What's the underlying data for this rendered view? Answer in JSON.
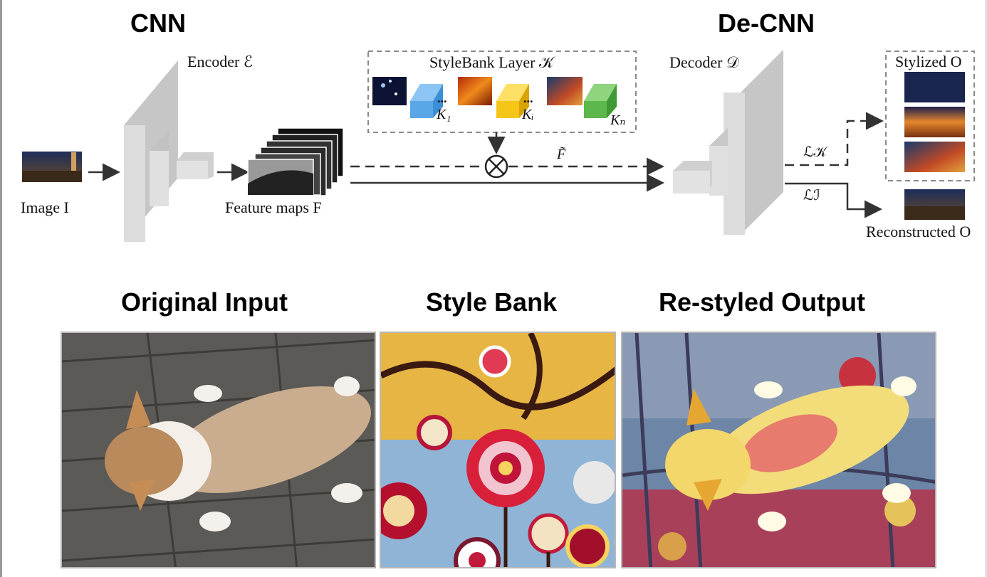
{
  "diagram": {
    "cnn_label": "CNN",
    "decnn_label": "De-CNN",
    "encoder_label": "Encoder ℰ",
    "stylebank_label": "StyleBank Layer 𝒦",
    "decoder_label": "Decoder 𝒟",
    "stylized_label": "Stylized O",
    "image_label": "Image I",
    "feature_maps_label": "Feature maps F",
    "reconstructed_label": "Reconstructed O",
    "f_tilde_label": "F̃",
    "loss_k_label": "ℒ𝒦",
    "loss_i_label": "ℒℐ",
    "kernels": [
      "K₁",
      "Kᵢ",
      "Kₙ"
    ],
    "ellipsis": "...",
    "colors": {
      "k1": "#5aa7e8",
      "ki": "#f5c518",
      "kn": "#5cb84a",
      "block": "#d4d4d4"
    }
  },
  "sections": {
    "original_input": "Original Input",
    "style_bank": "Style Bank",
    "restyled_output": "Re-styled Output"
  }
}
